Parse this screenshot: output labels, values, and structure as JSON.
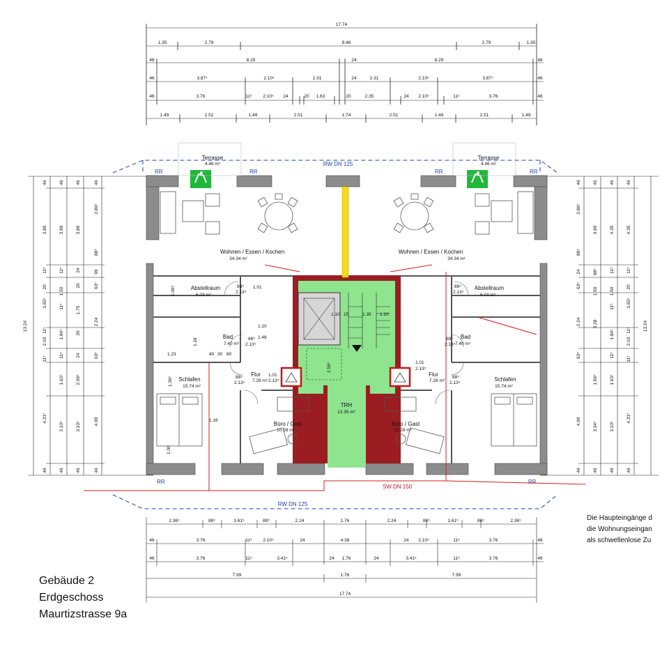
{
  "caption": {
    "building": "Gebäude 2",
    "floor": "Erdgeschoss",
    "address": "Maurtizstrasse 9a"
  },
  "note_lines": [
    "Die Haupteingänge d",
    "die Wohnungseingan",
    "als schwellenlose Zu"
  ],
  "pipes": {
    "rw_top": "RW DN 125",
    "rw_bottom": "RW DN 125",
    "sw": "SW DN 150",
    "rr": "RR"
  },
  "rooms": {
    "terrace_left": {
      "name": "Terrasse",
      "area": "4.46 m²"
    },
    "terrace_right": {
      "name": "Terrasse",
      "area": "4.46 m²"
    },
    "living_left": {
      "name": "Wohnen / Essen / Kochen",
      "area": "34.34 m²"
    },
    "living_right": {
      "name": "Wohnen / Essen / Kochen",
      "area": "34.34 m²"
    },
    "storage_left": {
      "name": "Abstellraum",
      "area": "6.03 m²"
    },
    "storage_right": {
      "name": "Abstellraum",
      "area": "6.03 m²"
    },
    "bath_left": {
      "name": "Bad",
      "area": "7.40 m²"
    },
    "bath_right": {
      "name": "Bad",
      "area": "7.40 m²"
    },
    "hall_left": {
      "name": "Flur",
      "area": "7.28 m²"
    },
    "hall_right": {
      "name": "Flur",
      "area": "7.28 m²"
    },
    "bed_left": {
      "name": "Schlafen",
      "area": "15.74 m²"
    },
    "bed_right": {
      "name": "Schlafen",
      "area": "15.74 m²"
    },
    "office_left": {
      "name": "Büro / Gast",
      "area": "10.28 m²"
    },
    "office_right": {
      "name": "Büro / Gast",
      "area": "10.28 m²"
    },
    "stair": {
      "name": "TRH",
      "area": "13.35 m²"
    }
  },
  "dims_top": {
    "row1": [
      "17.74"
    ],
    "row2": [
      "1.35",
      "2.79",
      "9.46",
      "2.79",
      "1.35"
    ],
    "row3": [
      "46",
      "8.29",
      "24",
      "8.29",
      "46"
    ],
    "row4": [
      "46",
      "3.87⁵",
      "2.10⁵",
      "2.31",
      "24",
      "2.31",
      "2.10⁵",
      "3.87⁵",
      "46"
    ],
    "row5": [
      "46",
      "3.76",
      "11⁵",
      "2.10⁵",
      "24",
      "20",
      "1.63",
      "20",
      "2.35",
      "24",
      "2.10⁵",
      "11⁵",
      "3.76",
      "46"
    ],
    "row6": [
      "1.49",
      "2.51",
      "1.49",
      "2.51",
      "1.74",
      "2.51",
      "1.49",
      "2.51",
      "1.49"
    ]
  },
  "dims_bottom": {
    "row1": [
      "2.36⁵",
      "88⁵",
      "1.61⁵",
      "88⁵",
      "2.24",
      "1.76",
      "2.24",
      "88⁵",
      "1.61⁵",
      "88⁵",
      "2.36⁵"
    ],
    "row2": [
      "46",
      "3.76",
      "11⁵",
      "2.10⁵",
      "24",
      "4.38",
      "24",
      "2.10⁵",
      "11⁵",
      "3.76",
      "46"
    ],
    "row3": [
      "46",
      "3.76",
      "11⁵",
      "3.41⁵",
      "24",
      "1.76",
      "24",
      "3.41⁵",
      "11⁵",
      "3.76",
      "46"
    ],
    "row4": [
      "7.99",
      "1.76",
      "7.99"
    ],
    "row5": [
      "17.74"
    ]
  },
  "dims_left": {
    "total": "13.24",
    "col1": [
      "46",
      "3.89",
      "11⁵",
      "20",
      "1.65⁵",
      "11⁵",
      "2.03",
      "11⁵",
      "4.31⁵",
      "46"
    ],
    "col2": [
      "46",
      "3.89",
      "11⁵",
      "1.50",
      "11⁵",
      "1.84⁵",
      "11⁵",
      "1.63⁵",
      "3.10⁵",
      "46"
    ],
    "col3": [
      "46",
      "3.89",
      "24",
      "20",
      "1.75",
      "20",
      "24",
      "2.09⁵",
      "3.10⁵",
      "46"
    ],
    "col4": [
      "46",
      "2.86⁵",
      "88⁵",
      "99",
      "63⁵",
      "2.24",
      "63⁵",
      "4.99",
      "46"
    ]
  },
  "dims_right": {
    "total": "13.24",
    "col1": [
      "46",
      "2.86⁵",
      "88⁵",
      "24",
      "63⁵",
      "2.24",
      "63⁵",
      "4.99",
      "46"
    ],
    "col2": [
      "46",
      "3.89",
      "88⁵",
      "1.50",
      "3.28",
      "1.56⁵",
      "3.34⁵",
      "46"
    ],
    "col3": [
      "46",
      "4.35",
      "11⁵",
      "1.50",
      "11⁵",
      "1.84⁵",
      "11⁵",
      "1.63⁵",
      "3.10⁵",
      "46"
    ],
    "col4": [
      "46",
      "4.35",
      "11⁵",
      "20",
      "1.65⁵",
      "11⁵",
      "2.03",
      "11⁵",
      "4.31⁵",
      "46"
    ]
  },
  "door_labels": {
    "d1": "88⁵",
    "d2": "2.13⁵",
    "d3": "1.01",
    "d4": "1.16",
    "d5": "1.10",
    "d6": "1.48",
    "d7": "1.23",
    "d8": "40",
    "d9": "30",
    "d10": "80",
    "d11": "1.18",
    "d12": "1.00",
    "d13": "1.56⁵",
    "d14": "1.36⁵",
    "d15": "15",
    "d16": "1.10",
    "d17": "1.35",
    "d18": "1.20",
    "d19": "1.06⁵"
  },
  "colors": {
    "wall": "#8c8c8c",
    "stair_fill": "#8ee58e",
    "fire_wall": "#9b1d22",
    "pipe_blue": "#1f3fb0",
    "pipe_red": "#d31c1c",
    "shaft": "#f2dc1e",
    "exit_sign": "#1fb83a"
  },
  "icons": [
    "emergency-exit-icon",
    "fire-extinguisher-icon",
    "dining-table-icon",
    "bed-icon",
    "sofa-icon",
    "desk-icon"
  ]
}
